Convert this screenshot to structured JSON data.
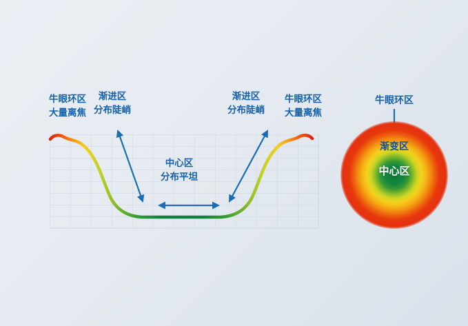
{
  "curve_panel": {
    "labels": {
      "bullseye_left": {
        "line1": "牛眼环区",
        "line2": "大量离焦"
      },
      "progressive_left": {
        "line1": "渐进区",
        "line2": "分布陡峭"
      },
      "center": {
        "line1": "中心区",
        "line2": "分布平坦"
      },
      "progressive_right": {
        "line1": "渐进区",
        "line2": "分布陡峭"
      },
      "bullseye_right": {
        "line1": "牛眼环区",
        "line2": "大量离焦"
      }
    }
  },
  "lens_panel": {
    "callout_label": "牛眼环区",
    "ring_label": "渐变区",
    "center_label": "中心区"
  },
  "colors": {
    "label_blue": "#1560a8",
    "arrow_blue": "#1b6cb3",
    "curve_red": "#e3200e",
    "curve_orange": "#f59c16",
    "curve_yellow": "#f2cf1e",
    "curve_yellow_green": "#7db32b",
    "curve_green": "#0e7e42",
    "lens_center_green": "#0c7a3c",
    "lens_outer_red": "#e43110",
    "grid_line": "#cfd6de",
    "background_top": "#ebeff4",
    "background_bottom": "#dae1ea",
    "center_label_white": "#ffffff"
  }
}
